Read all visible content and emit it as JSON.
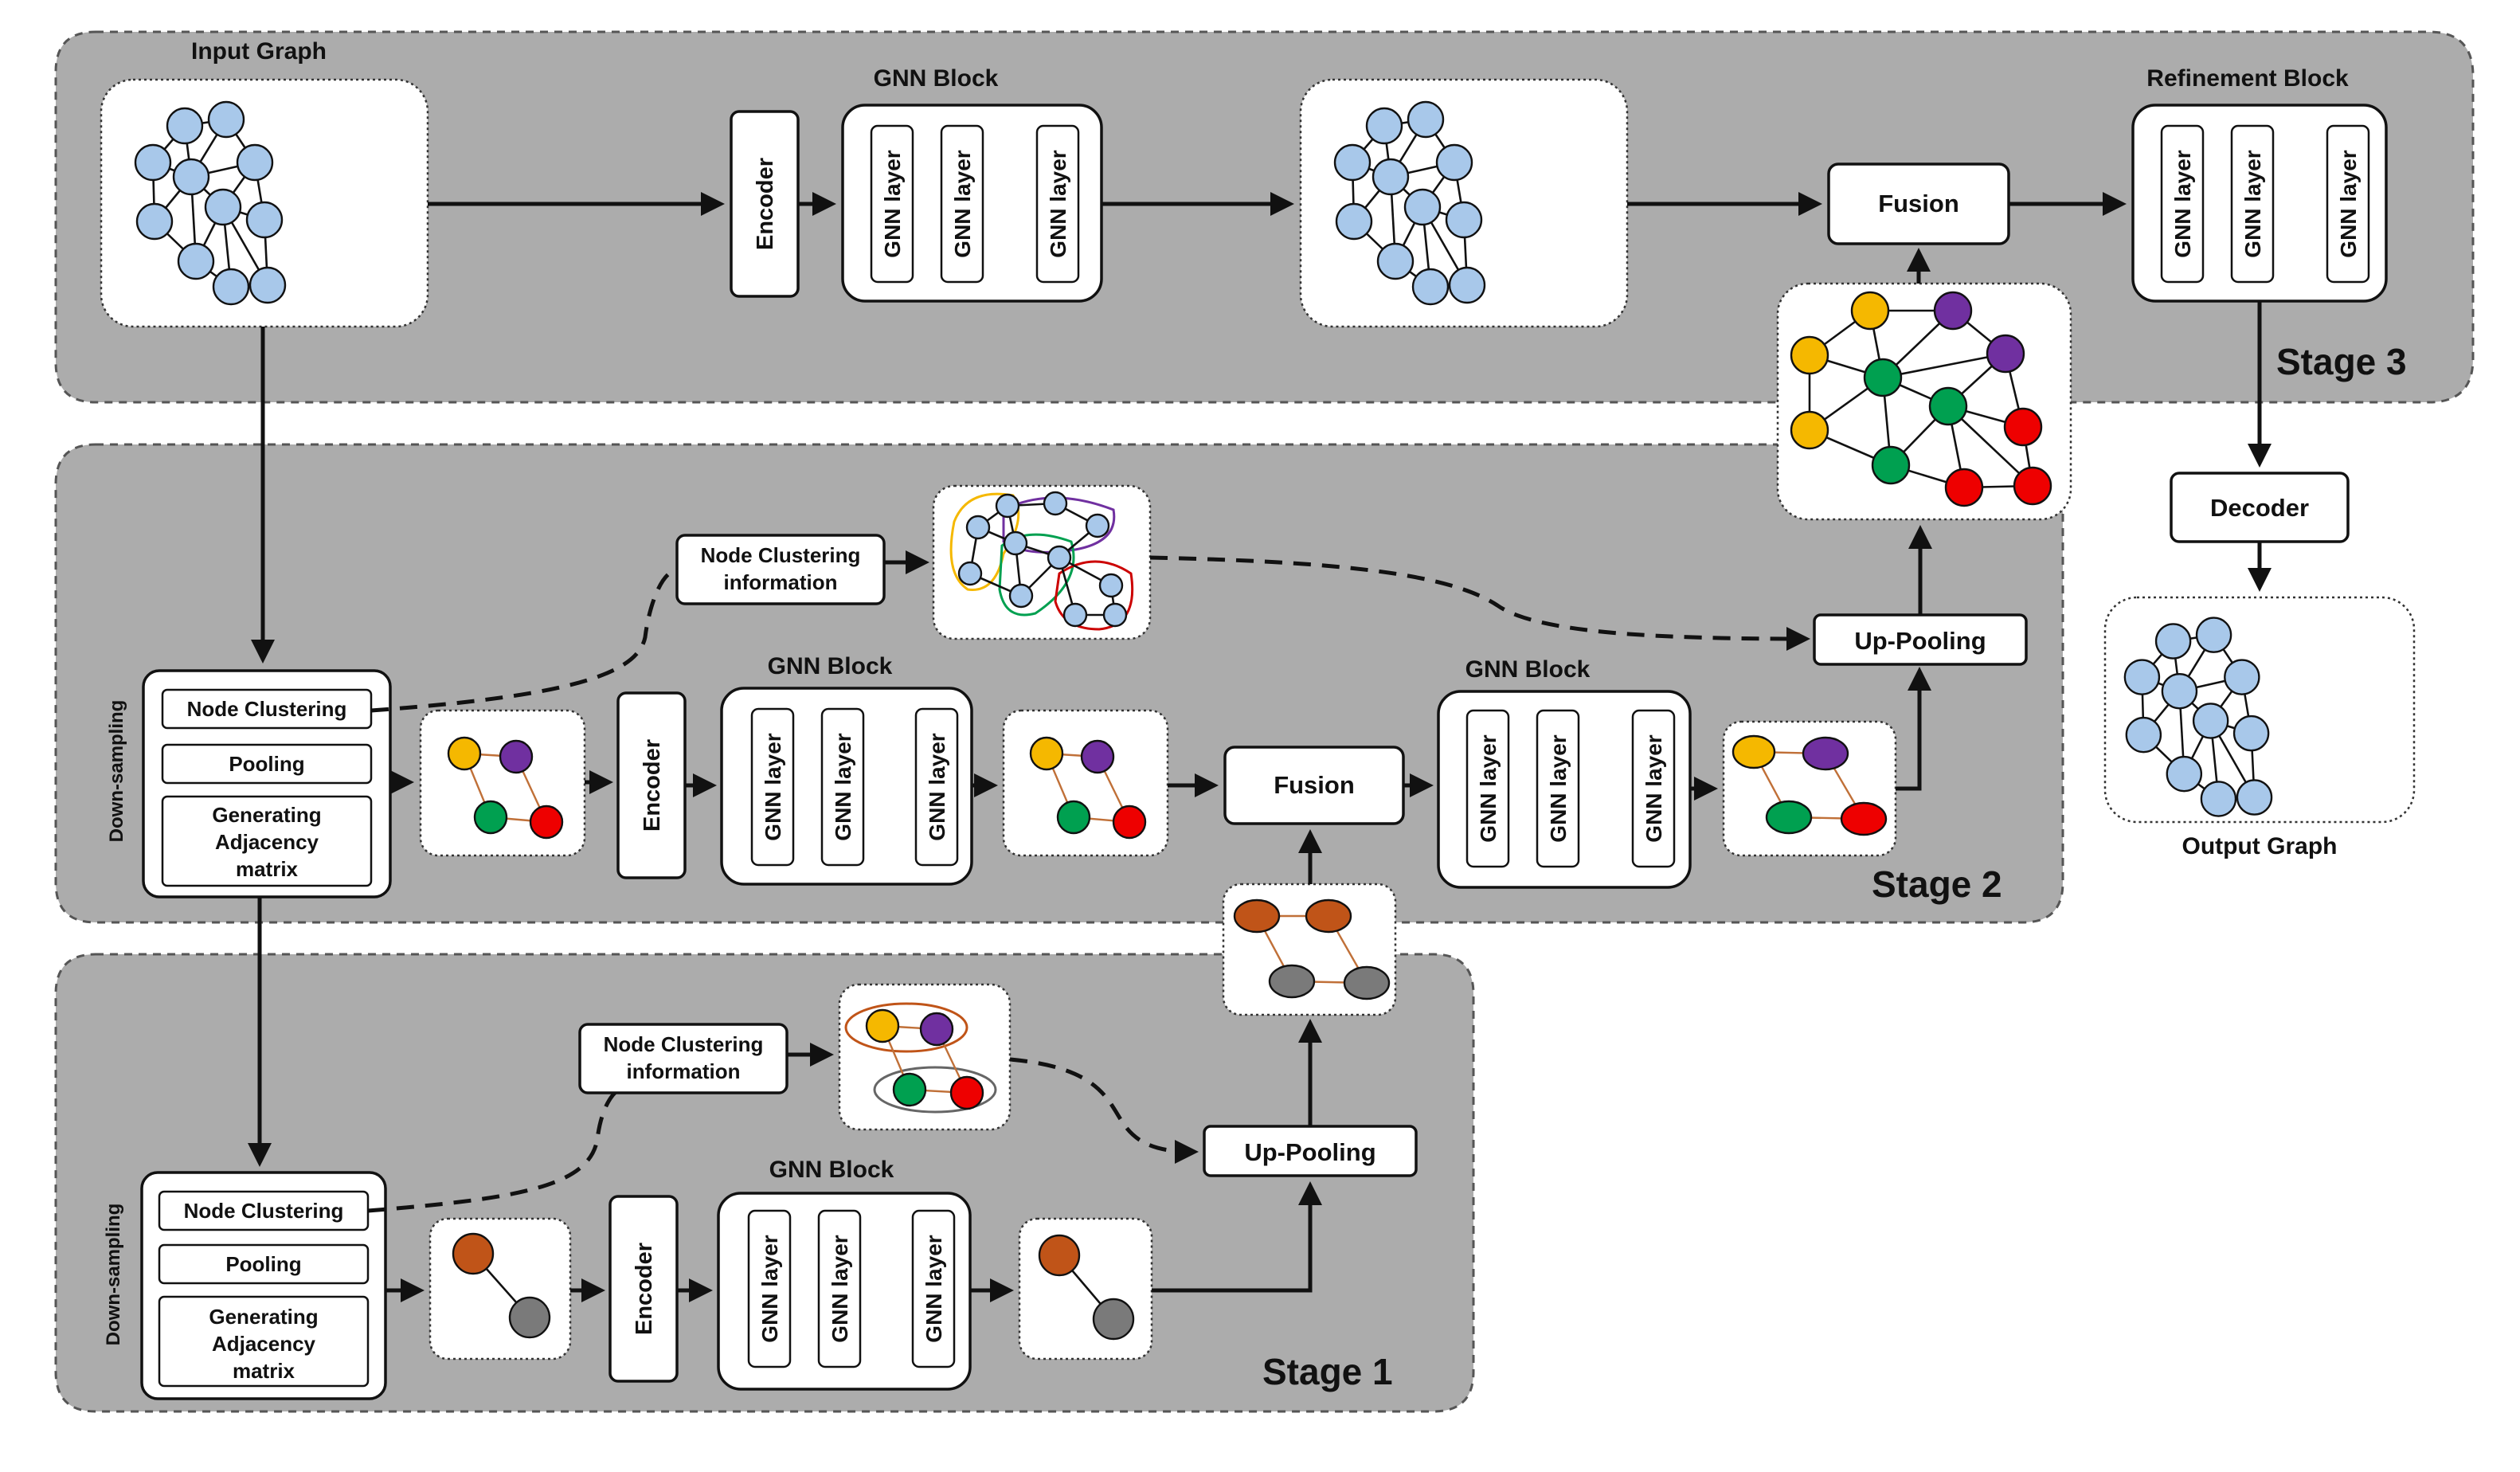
{
  "stages": {
    "stage3": "Stage 3",
    "stage2": "Stage 2",
    "stage1": "Stage 1"
  },
  "labels": {
    "input_graph": "Input Graph",
    "output_graph": "Output Graph",
    "gnn_block": "GNN Block",
    "refinement_block": "Refinement Block",
    "encoder": "Encoder",
    "decoder": "Decoder",
    "gnn_layer": "GNN layer",
    "fusion": "Fusion",
    "up_pooling": "Up-Pooling",
    "node_clustering": "Node Clustering",
    "pooling": "Pooling",
    "generating_line1": "Generating",
    "generating_line2": "Adjacency",
    "generating_line3": "matrix",
    "ncinfo_line1": "Node Clustering",
    "ncinfo_line2": "information",
    "down_sampling": "Down-sampling"
  },
  "colors": {
    "stage_background": "#acacac",
    "node_default": "#a8c8ea",
    "cluster_yellow": "#f5b800",
    "cluster_purple": "#7030a0",
    "cluster_green": "#00a050",
    "cluster_red": "#ee0000",
    "cluster_brown": "#c05418",
    "cluster_gray": "#7a7a7a",
    "cluster_edge": "#c07038"
  },
  "icons": [
    "graph-icon",
    "clustered-graph-icon",
    "coarse-graph-icon"
  ]
}
